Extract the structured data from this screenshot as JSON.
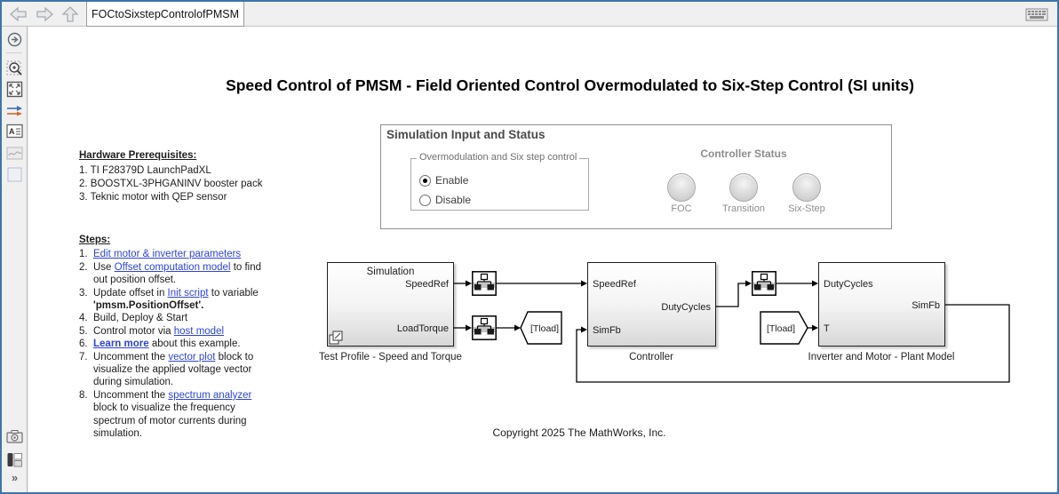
{
  "window": {
    "tab_title": "FOCtoSixstepControlofPMSM",
    "border_color": "#3e74ad"
  },
  "toolbar": {
    "icons": [
      "back-icon",
      "forward-icon",
      "up-icon",
      "keyboard-icon"
    ]
  },
  "sidebar": {
    "icons": [
      "circle-arrow-icon",
      "zoom-region-icon",
      "fit-to-view-icon",
      "signal-arrows-icon",
      "annotation-icon",
      "image-icon",
      "area-icon",
      "screenshot-icon",
      "subsystem-browser-icon",
      "expand-chevrons-icon"
    ],
    "expand_label": "»"
  },
  "title": "Speed Control of PMSM - Field Oriented Control Overmodulated to Six-Step Control (SI units)",
  "hardware": {
    "heading": "Hardware Prerequisites:",
    "items": [
      "1. TI F28379D LaunchPadXL",
      "2. BOOSTXL-3PHGANINV booster pack",
      "3. Teknic motor with QEP sensor"
    ]
  },
  "steps": {
    "heading": "Steps:",
    "items": [
      {
        "num": "1.",
        "segments": [
          {
            "text": "Edit motor & inverter parameters",
            "link": true
          }
        ]
      },
      {
        "num": "2.",
        "segments": [
          {
            "text": "Use "
          },
          {
            "text": "Offset computation model",
            "link": true
          },
          {
            "text": " to find out position offset."
          }
        ]
      },
      {
        "num": "3.",
        "segments": [
          {
            "text": "Update offset in "
          },
          {
            "text": "Init script",
            "link": true
          },
          {
            "text": " to variable "
          },
          {
            "text": "'pmsm.PositionOffset'.",
            "bold": true
          }
        ]
      },
      {
        "num": "4.",
        "segments": [
          {
            "text": "Build, Deploy & Start"
          }
        ]
      },
      {
        "num": "5.",
        "segments": [
          {
            "text": "Control motor via "
          },
          {
            "text": "host model",
            "link": true
          }
        ]
      },
      {
        "num": "6.",
        "segments": [
          {
            "text": "Learn more",
            "link": true,
            "bold": true
          },
          {
            "text": " about this example."
          }
        ]
      },
      {
        "num": "7.",
        "segments": [
          {
            "text": "Uncomment the "
          },
          {
            "text": "vector plot",
            "link": true
          },
          {
            "text": " block to visualize the applied voltage vector during simulation."
          }
        ]
      },
      {
        "num": "8.",
        "segments": [
          {
            "text": "Uncomment the "
          },
          {
            "text": "spectrum analyzer",
            "link": true
          },
          {
            "text": " block to visualize the frequency spectrum of motor currents during simulation."
          }
        ]
      }
    ]
  },
  "panel": {
    "title": "Simulation Input and Status",
    "group": {
      "label": "Overmodulation and Six step control",
      "options": [
        {
          "label": "Enable",
          "selected": true
        },
        {
          "label": "Disable",
          "selected": false
        }
      ]
    },
    "status": {
      "title": "Controller Status",
      "lamps": [
        "FOC",
        "Transition",
        "Six-Step"
      ],
      "lamp_color": "#d6d6d6"
    }
  },
  "diagram": {
    "test_profile": {
      "header": "Simulation",
      "ports_out": [
        "SpeedRef",
        "LoadTorque"
      ],
      "label": "Test Profile - Speed and Torque"
    },
    "controller": {
      "ports_in": [
        "SpeedRef",
        "SimFb"
      ],
      "ports_out": [
        "DutyCycles"
      ],
      "label": "Controller"
    },
    "plant": {
      "ports_in": [
        "DutyCycles",
        "T"
      ],
      "ports_out": [
        "SimFb"
      ],
      "label": "Inverter and Motor - Plant Model"
    },
    "goto_tag": "[Tload]",
    "from_tag": "[Tload]"
  },
  "copyright": "Copyright 2025 The MathWorks, Inc.",
  "colors": {
    "link": "#2d44d6",
    "panel_border": "#8f8f8f",
    "block_border": "#1f1f1f"
  }
}
